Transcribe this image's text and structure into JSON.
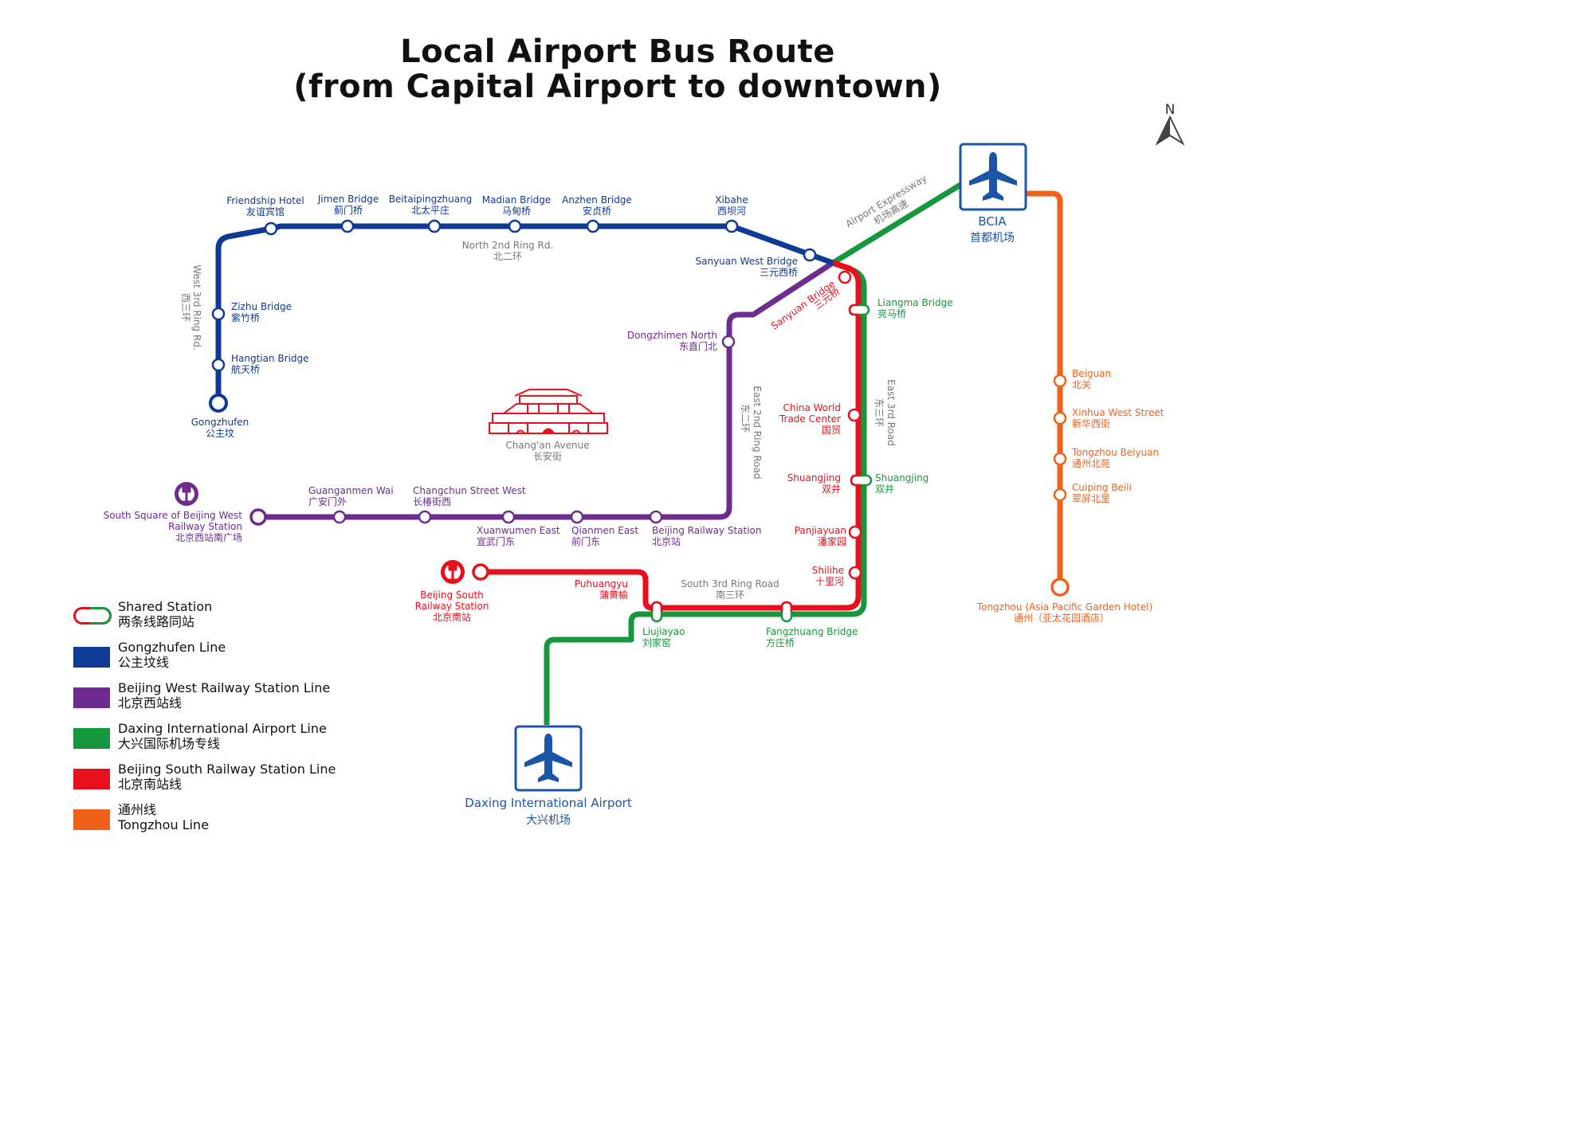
{
  "title": {
    "line1": "Local Airport Bus Route",
    "line2": "(from Capital Airport to downtown)"
  },
  "compass": {
    "label": "N",
    "icon": "north-arrow-icon"
  },
  "colors": {
    "gongzhufen": "#0f3a96",
    "beijing_west": "#6c2d8f",
    "daxing": "#16973e",
    "beijing_south": "#e8101c",
    "tongzhou": "#f0611a",
    "airport_blue": "#1a55a8"
  },
  "airports": {
    "bcia": {
      "en": "BCIA",
      "zh": "首都机场",
      "icon": "airplane-icon"
    },
    "daxing": {
      "en": "Daxing International Airport",
      "zh": "大兴机场",
      "icon": "airplane-icon"
    }
  },
  "landmark": {
    "en": "Chang'an Avenue",
    "zh": "长安街",
    "icon": "tiananmen-icon"
  },
  "roads": {
    "north2": {
      "en": "North 2nd Ring Rd.",
      "zh": "北二环"
    },
    "west3": {
      "en": "West 3rd Ring Rd.",
      "zh": "西三环"
    },
    "east2": {
      "en": "East 2nd Ring Road",
      "zh": "东二环"
    },
    "east3": {
      "en": "East 3rd Road",
      "zh": "东三环"
    },
    "south3": {
      "en": "South 3rd Ring Road",
      "zh": "南三环"
    },
    "expressway": {
      "en": "Airport Expressway",
      "zh": "机场高速"
    }
  },
  "stations": {
    "gongzhufen": {
      "gongzhufen": {
        "en": "Gongzhufen",
        "zh": "公主坟"
      },
      "hangtian": {
        "en": "Hangtian Bridge",
        "zh": "航天桥"
      },
      "zizhu": {
        "en": "Zizhu Bridge",
        "zh": "紫竹桥"
      },
      "friendship": {
        "en": "Friendship Hotel",
        "zh": "友谊宾馆"
      },
      "jimen": {
        "en": "Jimen Bridge",
        "zh": "蓟门桥"
      },
      "beitaipingzhuang": {
        "en": "Beitaipingzhuang",
        "zh": "北太平庄"
      },
      "madian": {
        "en": "Madian Bridge",
        "zh": "马甸桥"
      },
      "anzhen": {
        "en": "Anzhen Bridge",
        "zh": "安贞桥"
      },
      "xibahe": {
        "en": "Xibahe",
        "zh": "西坝河"
      },
      "sanyuan_west": {
        "en": "Sanyuan West Bridge",
        "zh": "三元西桥"
      }
    },
    "beijing_west": {
      "south_square": {
        "en1": "South Square of Beijing West",
        "en2": "Railway Station",
        "zh": "北京西站南广场"
      },
      "guanganmen": {
        "en": "Guanganmen Wai",
        "zh": "广安门外"
      },
      "changchun": {
        "en": "Changchun Street West",
        "zh": "长椿街西"
      },
      "xuanwumen": {
        "en": "Xuanwumen East",
        "zh": "宣武门东"
      },
      "qianmen": {
        "en": "Qianmen East",
        "zh": "前门东"
      },
      "beijing_rs": {
        "en": "Beijing Railway Station",
        "zh": "北京站"
      },
      "dongzhimen": {
        "en": "Dongzhimen North",
        "zh": "东直门北"
      }
    },
    "beijing_south": {
      "sanyuan": {
        "en": "Sanyuan Bridge",
        "zh": "三元桥"
      },
      "china_world": {
        "en1": "China World",
        "en2": "Trade Center",
        "zh": "国贸"
      },
      "shuangjing": {
        "en": "Shuangjing",
        "zh": "双井"
      },
      "panjiayuan": {
        "en": "Panjiayuan",
        "zh": "潘家园"
      },
      "shilihe": {
        "en": "Shilihe",
        "zh": "十里河"
      },
      "puhuangyu": {
        "en": "Puhuangyu",
        "zh": "蒲黄榆"
      },
      "beijing_south_rs": {
        "en1": "Beijing South",
        "en2": "Railway Station",
        "zh": "北京南站"
      }
    },
    "daxing": {
      "liangma": {
        "en": "Liangma Bridge",
        "zh": "亮马桥"
      },
      "shuangjing": {
        "en": "Shuangjing",
        "zh": "双井"
      },
      "fangzhuang": {
        "en": "Fangzhuang Bridge",
        "zh": "方庄桥"
      },
      "liujiayao": {
        "en": "Liujiayao",
        "zh": "刘家窑"
      }
    },
    "tongzhou": {
      "beiguan": {
        "en": "Beiguan",
        "zh": "北关"
      },
      "xinhua": {
        "en": "Xinhua West Street",
        "zh": "新华西街"
      },
      "tongzhou_beiyuan": {
        "en": "Tongzhou Beiyuan",
        "zh": "通州北苑"
      },
      "cuiping": {
        "en": "Cuiping Beili",
        "zh": "翠屏北里"
      },
      "terminal": {
        "en": "Tongzhou (Asia Pacific Garden Hotel)",
        "zh": "通州（亚太花园酒店）"
      }
    }
  },
  "legend": [
    {
      "line1": "Shared Station",
      "line2": "两条线路同站",
      "swatch": "shared"
    },
    {
      "line1": "Gongzhufen Line",
      "line2": "公主坟线",
      "swatch": "#0f3a96"
    },
    {
      "line1": "Beijing West Railway Station Line",
      "line2": "北京西站线",
      "swatch": "#6c2d8f"
    },
    {
      "line1": "Daxing International Airport Line",
      "line2": "大兴国际机场专线",
      "swatch": "#16973e"
    },
    {
      "line1": "Beijing South Railway Station Line",
      "line2": "北京南站线",
      "swatch": "#e8101c"
    },
    {
      "line1": "通州线",
      "line2": "Tongzhou Line",
      "swatch": "#f0611a"
    }
  ]
}
